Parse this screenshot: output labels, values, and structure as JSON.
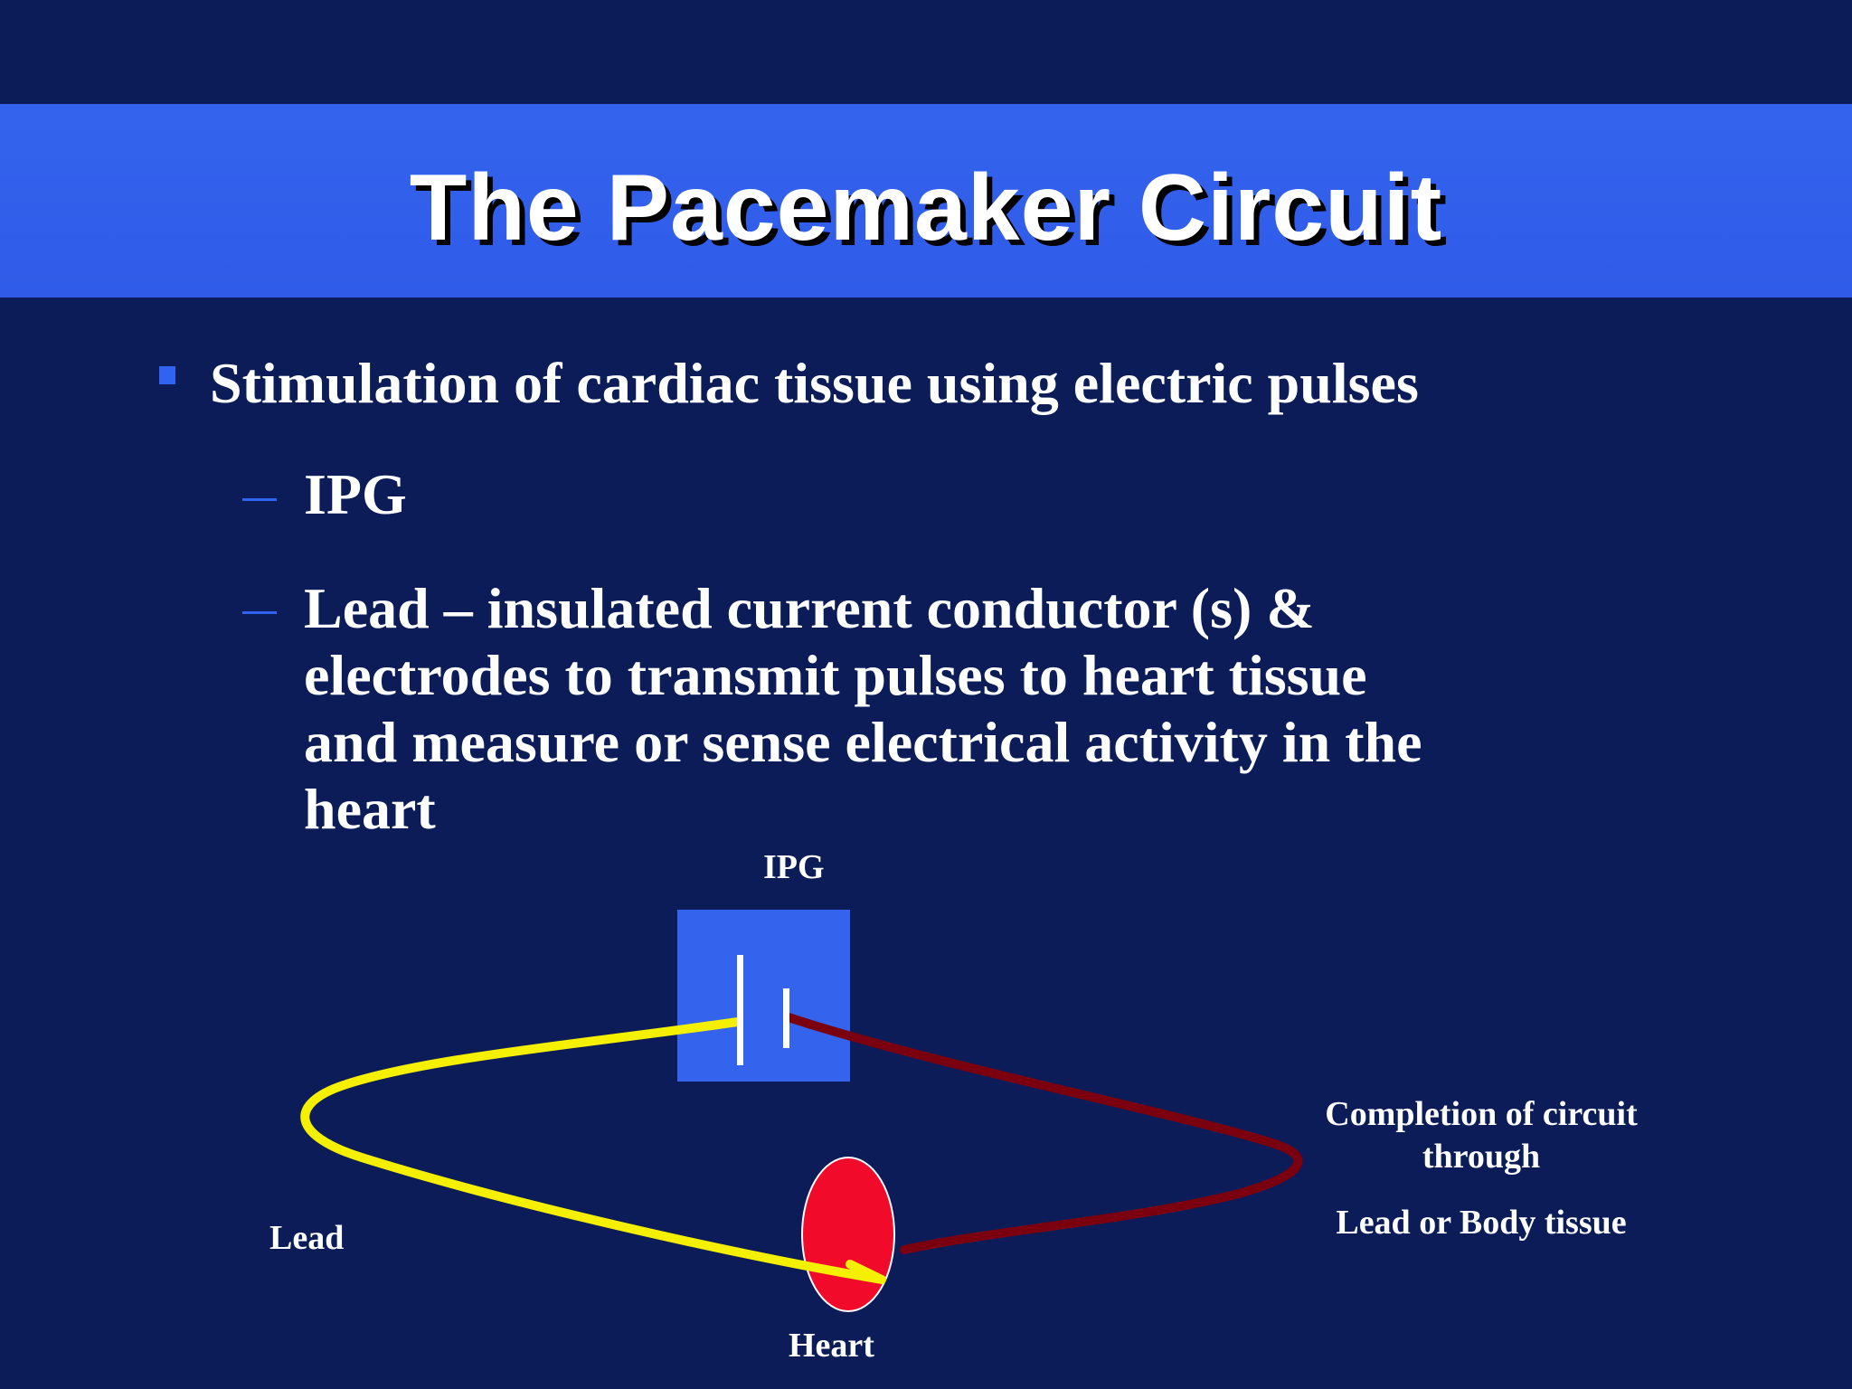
{
  "slide": {
    "title": "The Pacemaker Circuit",
    "bullet": "Stimulation of cardiac tissue using electric pulses",
    "sub_items": [
      {
        "text": "IPG"
      },
      {
        "lines": [
          "Lead – insulated current conductor (s) &",
          "electrodes to transmit pulses to heart tissue",
          "and measure or sense electrical activity in the",
          "heart"
        ]
      }
    ]
  },
  "diagram": {
    "ipg_label": "IPG",
    "lead_label": "Lead",
    "heart_label": "Heart",
    "completion_line1": "Completion of circuit",
    "completion_line2": "through",
    "completion_line3": "Lead or Body tissue",
    "colors": {
      "background": "#0b1c58",
      "title_band": "#3464ee",
      "ipg_box": "#3464ee",
      "lead_wire": "#f5f000",
      "return_wire": "#7a0010",
      "heart": "#f20a2a"
    }
  }
}
